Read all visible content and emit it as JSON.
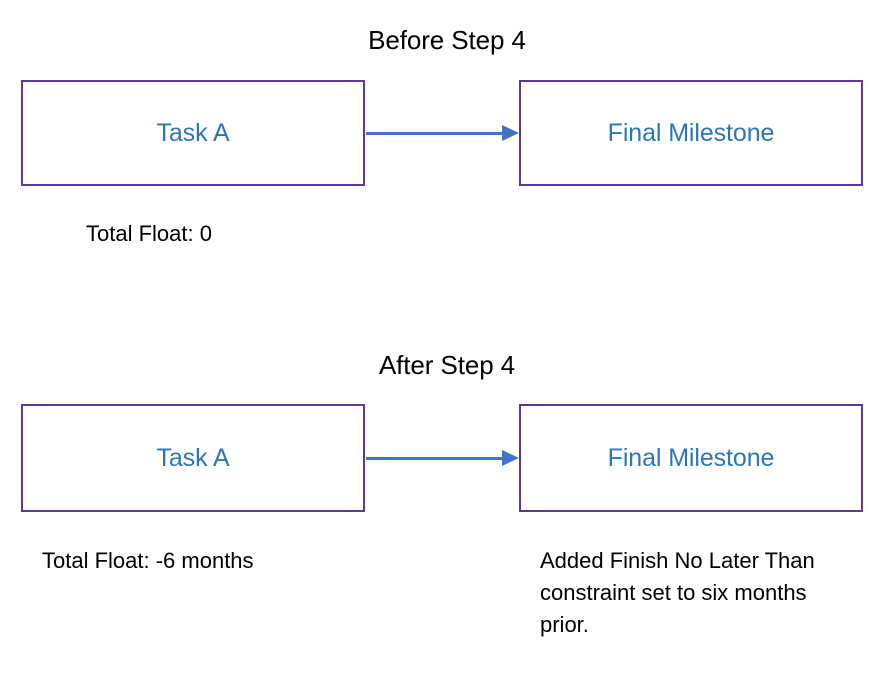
{
  "colors": {
    "box_border": "#5C3B96",
    "node_text": "#2E75B6",
    "arrow": "#4472C4",
    "caption_text": "#000000",
    "background": "#FFFFFF"
  },
  "sections": [
    {
      "title": "Before Step 4",
      "nodes": [
        {
          "label": "Task A"
        },
        {
          "label": "Final Milestone"
        }
      ],
      "arrow": {
        "from": "Task A",
        "to": "Final Milestone",
        "direction": "right"
      },
      "captions": [
        {
          "text": "Total Float: 0",
          "under": "Task A"
        }
      ]
    },
    {
      "title": "After Step 4",
      "nodes": [
        {
          "label": "Task A"
        },
        {
          "label": "Final Milestone"
        }
      ],
      "arrow": {
        "from": "Task A",
        "to": "Final Milestone",
        "direction": "right"
      },
      "captions": [
        {
          "text": "Total Float: -6 months",
          "under": "Task A"
        },
        {
          "text": "Added Finish No Later Than constraint set to six months prior.",
          "under": "Final Milestone"
        }
      ]
    }
  ]
}
